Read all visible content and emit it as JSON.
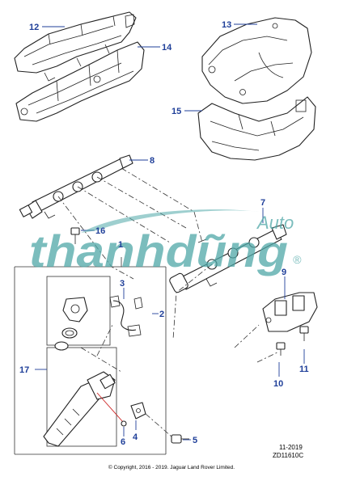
{
  "callouts": {
    "c1": "1",
    "c2": "2",
    "c3": "3",
    "c4": "4",
    "c5": "5",
    "c6": "6",
    "c7": "7",
    "c8": "8",
    "c9": "9",
    "c10": "10",
    "c11": "11",
    "c12": "12",
    "c13": "13",
    "c14": "14",
    "c15": "15",
    "c16": "16",
    "c17": "17"
  },
  "watermark": {
    "brand": "thanhdũng",
    "suffix": "Auto",
    "mark": "®"
  },
  "footer": {
    "date": "11-2019",
    "ref": "ZD11610C",
    "copyright": "© Copyright, 2016 - 2019. Jaguar Land Rover Limited."
  },
  "colors": {
    "callout": "#1f3f99",
    "watermark": "#4fa8a8",
    "leader_red": "#cc2222"
  }
}
